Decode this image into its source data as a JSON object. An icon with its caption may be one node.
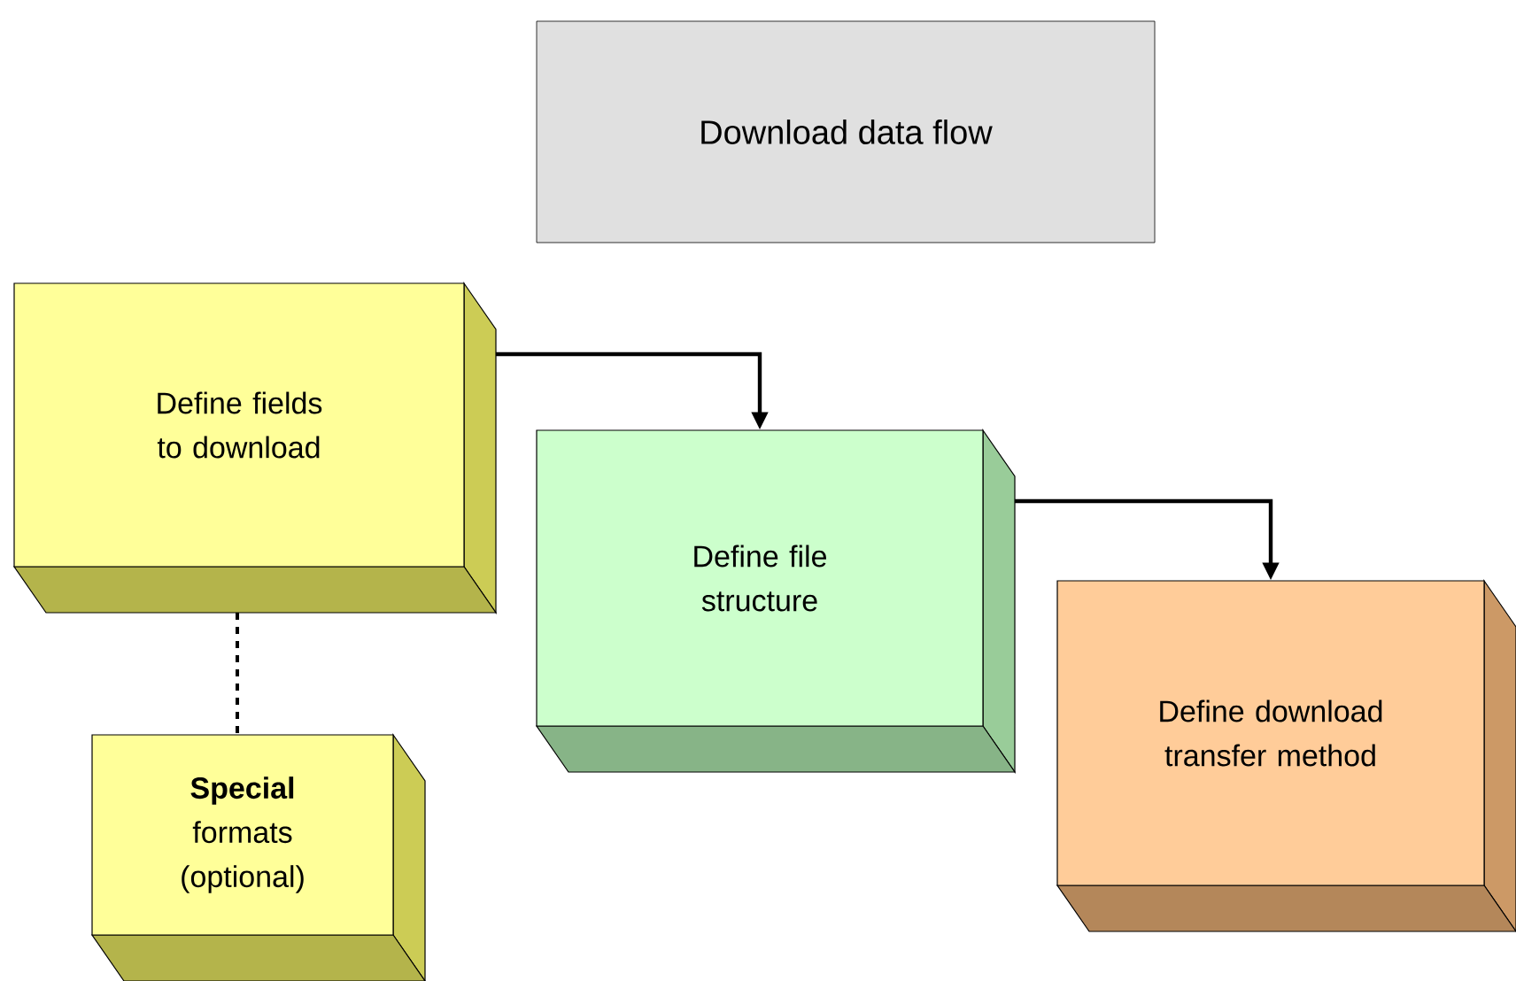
{
  "diagram": {
    "title": "Download data flow",
    "nodes": [
      {
        "text": [
          "Define fields to download"
        ]
      },
      {
        "text": [
          "Define file structure"
        ]
      },
      {
        "text": [
          "Define download transfer method"
        ]
      },
      {
        "text": [
          "**Special** formats (optional)"
        ]
      }
    ],
    "edges": [
      {
        "from": 0,
        "to": 1,
        "arrow": "to"
      },
      {
        "from": 1,
        "to": 2,
        "arrow": "to"
      },
      {
        "from": 0,
        "to": 3,
        "arrow": "none",
        "style": "dashed"
      }
    ]
  }
}
